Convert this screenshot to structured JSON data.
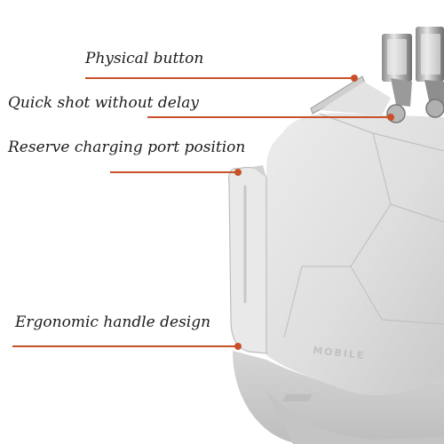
{
  "callouts": [
    {
      "id": "physical-button",
      "text": "Physical button"
    },
    {
      "id": "quick-shot",
      "text": "Quick shot without delay"
    },
    {
      "id": "charging-port",
      "text": "Reserve charging port position"
    },
    {
      "id": "handle-design",
      "text": "Ergonomic handle design"
    }
  ],
  "product": {
    "embossed_text": "MOBILE"
  },
  "colors": {
    "leader_line": "#c8512a",
    "body": "#dcdcdc",
    "body_shadow": "#b9b9b9",
    "text": "#1c1c1c"
  }
}
